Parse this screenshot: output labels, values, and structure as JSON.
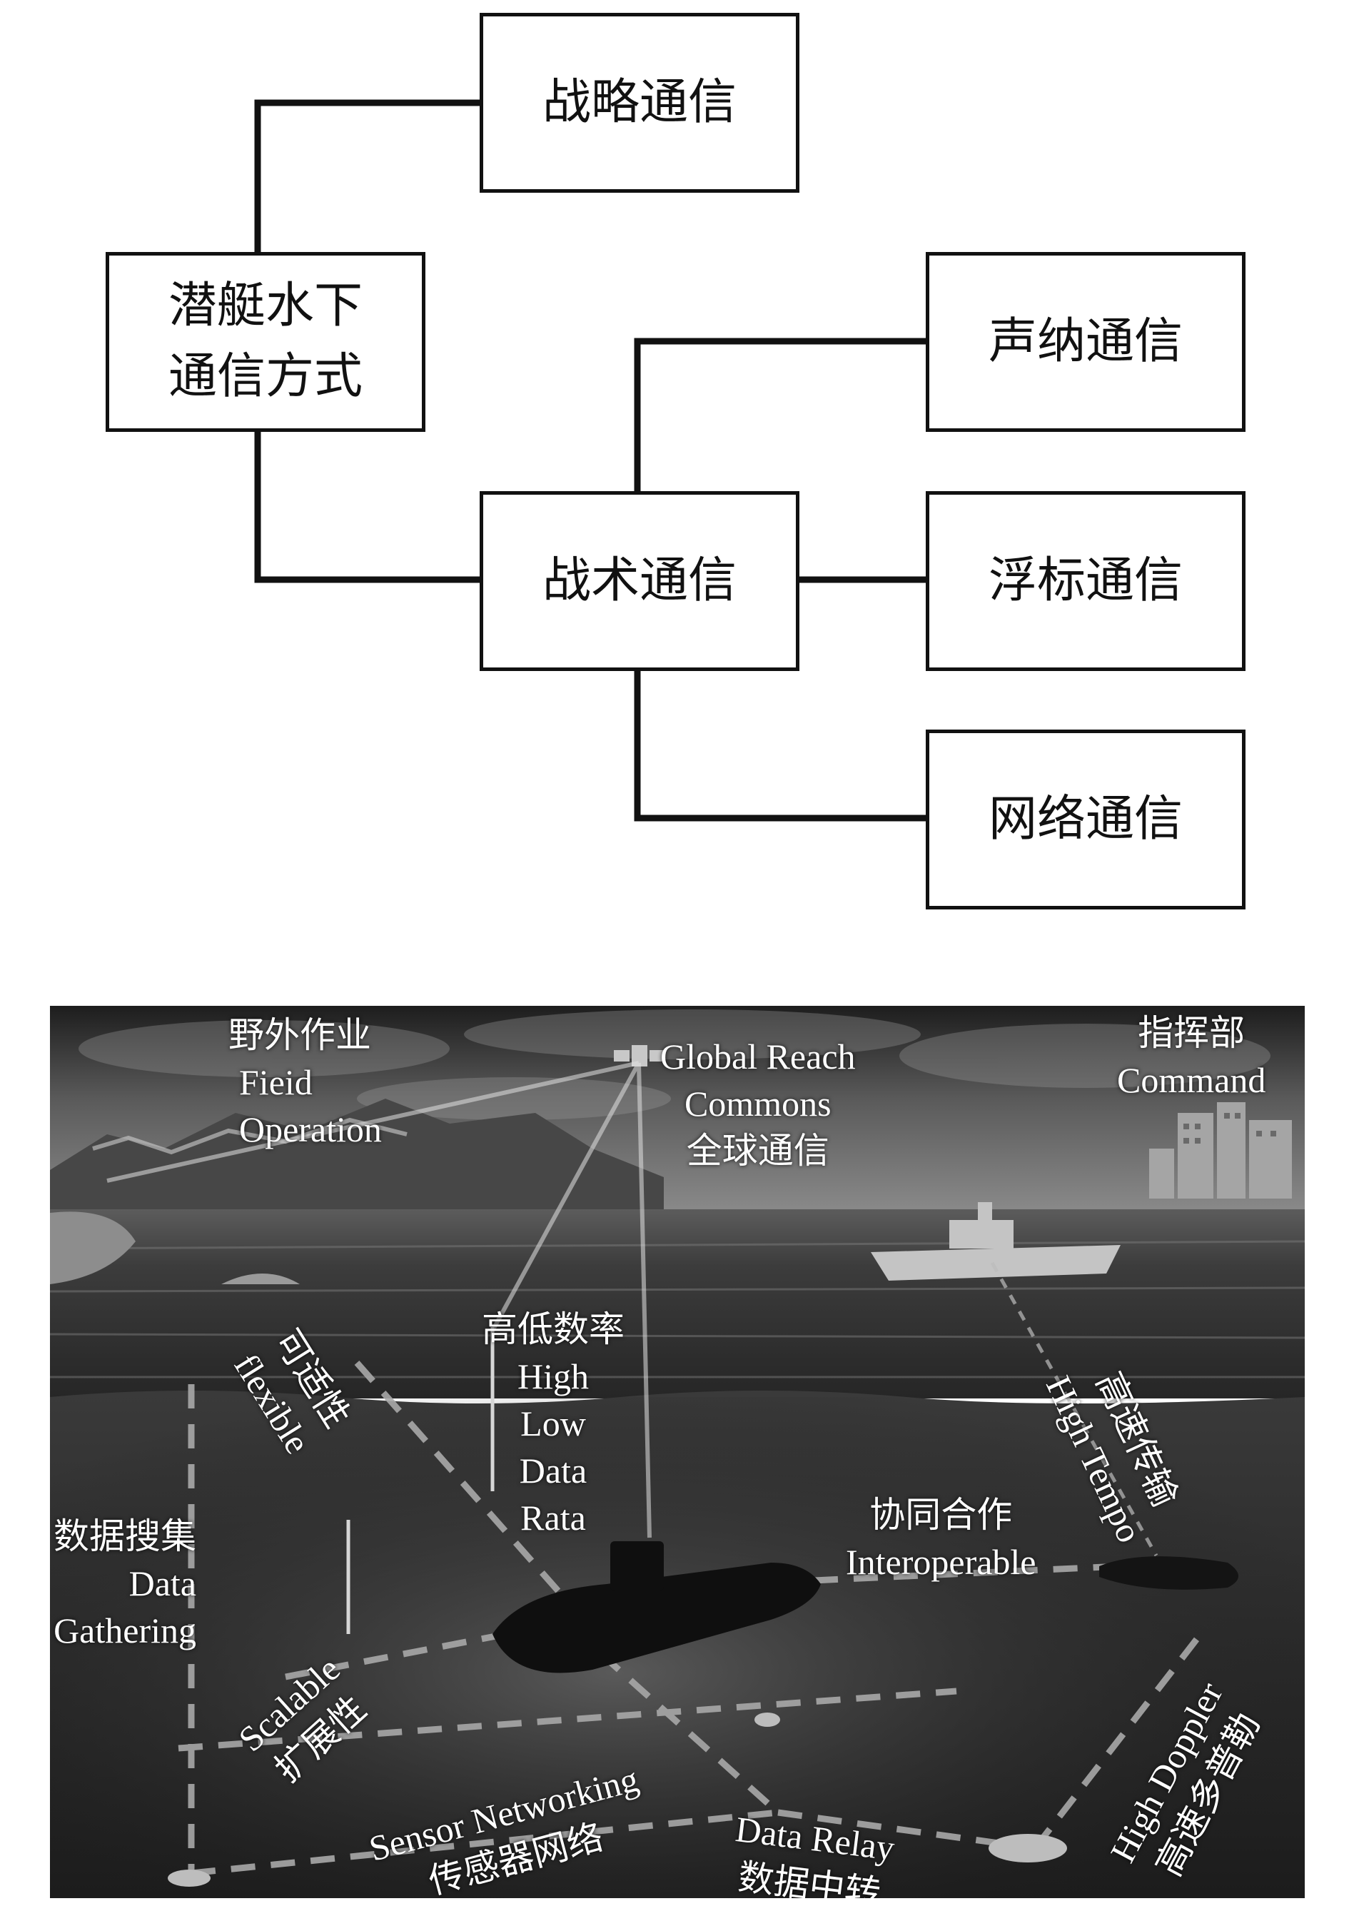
{
  "hierarchy": {
    "root": {
      "line1": "潜艇水下",
      "line2": "通信方式"
    },
    "strategic": "战略通信",
    "tactical": "战术通信",
    "sonar": "声纳通信",
    "buoy": "浮标通信",
    "network": "网络通信"
  },
  "scene": {
    "field_op": {
      "cn": "野外作业",
      "en1": "Fieid",
      "en2": "Operation"
    },
    "global_reach": {
      "en1": "Global Reach",
      "en2": "Commons",
      "cn": "全球通信"
    },
    "command": {
      "cn": "指挥部",
      "en": "Command"
    },
    "flexible": {
      "cn": "可适性",
      "en": "flexible"
    },
    "data_rate": {
      "cn": "高低数率",
      "en1": "High",
      "en2": "Low",
      "en3": "Data",
      "en4": "Rata"
    },
    "high_tempo": {
      "cn": "高速传输",
      "en": "High Tempo"
    },
    "interoperable": {
      "cn": "协同合作",
      "en": "Interoperable"
    },
    "data_gathering": {
      "cn": "数据搜集",
      "en1": "Data",
      "en2": "Gathering"
    },
    "scalable": {
      "en": "Scalable",
      "cn": "扩展性"
    },
    "high_doppler": {
      "en": "High Doppler",
      "cn": "高速多普勒"
    },
    "sensor_networking": {
      "en": "Sensor Networking",
      "cn": "传感器网络"
    },
    "data_relay": {
      "en": "Data Relay",
      "cn": "数据中转"
    }
  }
}
